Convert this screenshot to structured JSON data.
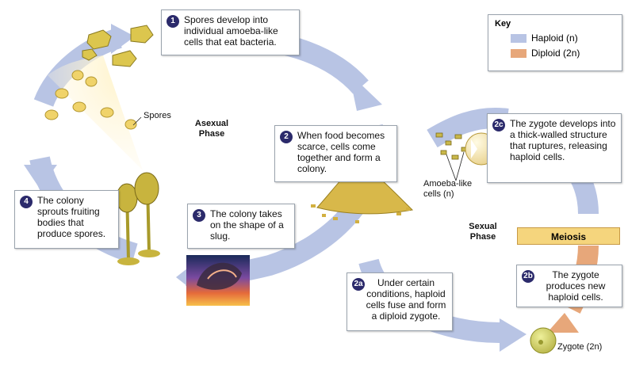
{
  "key": {
    "title": "Key",
    "haploid_label": "Haploid (n)",
    "diploid_label": "Diploid (2n)",
    "haploid_color": "#b8c4e4",
    "diploid_color": "#e7a77a"
  },
  "phases": {
    "asexual": "Asexual Phase",
    "sexual": "Sexual Phase"
  },
  "steps": [
    {
      "num": "1",
      "text": "Spores develop into individual amoeba-like cells that eat bacteria."
    },
    {
      "num": "2",
      "text": "When food becomes scarce, cells come together and form a colony."
    },
    {
      "num": "3",
      "text": "The colony takes on the shape of a slug."
    },
    {
      "num": "4",
      "text": "The colony sprouts fruiting bodies that produce spores."
    },
    {
      "num": "2a",
      "text": "Under certain conditions, haploid cells fuse and form a diploid zygote."
    },
    {
      "num": "2b",
      "text": "The zygote produces new haploid cells."
    },
    {
      "num": "2c",
      "text": "The zygote develops into a thick-walled structure that ruptures, releasing haploid cells."
    }
  ],
  "labels": {
    "spores": "Spores",
    "amoeba_cells": "Amoeba-like cells (n)",
    "zygote": "Zygote (2n)",
    "meiosis": "Meiosis"
  }
}
